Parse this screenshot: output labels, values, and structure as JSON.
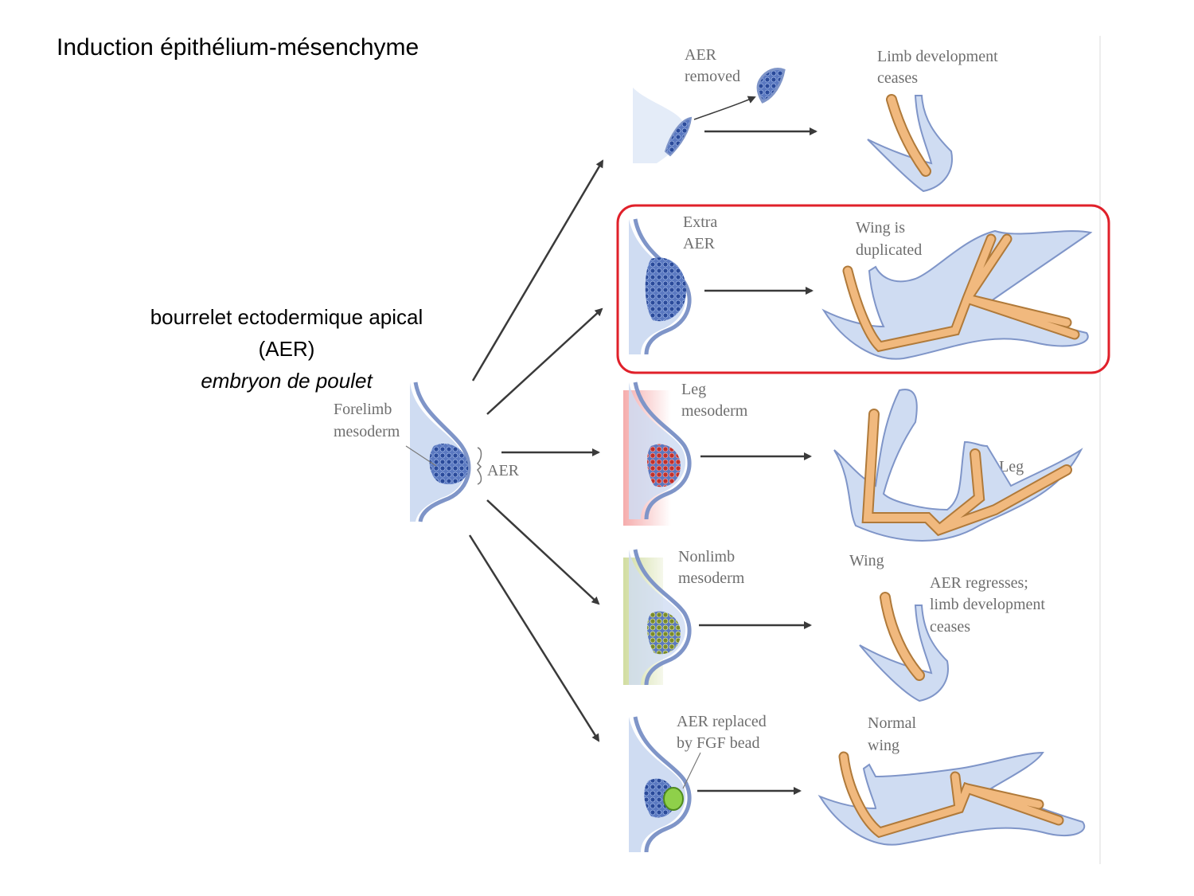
{
  "slide": {
    "title": "Induction épithélium-mésenchyme",
    "aer_caption_line1": "bourrelet ectodermique apical",
    "aer_caption_line2": "(AER)",
    "aer_caption_line3": "embryon de poulet"
  },
  "figure": {
    "source": {
      "mesoderm_line1": "Forelimb",
      "mesoderm_line2": "mesoderm",
      "aer_label": "AER"
    },
    "rows": [
      {
        "op_line1": "AER",
        "op_line2": "removed",
        "res_line1": "Limb development",
        "res_line2": "ceases"
      },
      {
        "op_line1": "Extra",
        "op_line2": "AER",
        "res_line1": "Wing is",
        "res_line2": "duplicated"
      },
      {
        "op_line1": "Leg",
        "op_line2": "mesoderm",
        "res_line1": "Leg",
        "res_line2": "Wing"
      },
      {
        "op_line1": "Nonlimb",
        "op_line2": "mesoderm",
        "res_line1": "AER regresses;",
        "res_line2": "limb development",
        "res_line3": "ceases"
      },
      {
        "op_line1": "AER replaced",
        "op_line2": "by FGF bead",
        "res_line1": "Normal",
        "res_line2": "wing"
      }
    ],
    "colors": {
      "highlight": "#e0202a",
      "tissue": "#cfdcf2",
      "tissue_edge": "#7f95c8",
      "aer_cells": "#2a4a9a",
      "bone": "#f1b97e",
      "leg_mesoderm": "#f4a3a3",
      "nonlimb_mesoderm": "#cfdb9c",
      "fgf_bead": "#8fd04a"
    }
  }
}
